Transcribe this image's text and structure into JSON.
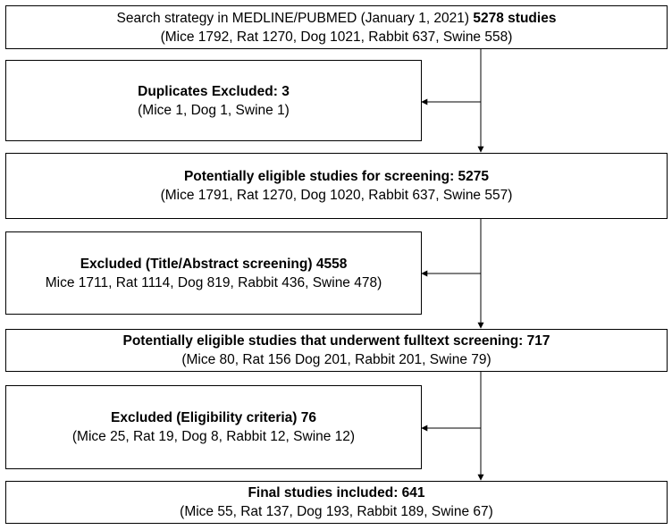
{
  "boxes": {
    "search": {
      "line1_text": "Search strategy in MEDLINE/PUBMED (January 1, 2021) ",
      "line1_bold": "5278 studies",
      "line2": "(Mice 1792, Rat 1270, Dog 1021, Rabbit 637, Swine 558)"
    },
    "duplicates": {
      "title": "Duplicates Excluded: 3",
      "detail": "(Mice 1, Dog 1, Swine 1)"
    },
    "screening": {
      "title": "Potentially eligible studies for screening: 5275",
      "detail": "(Mice 1791, Rat 1270, Dog 1020, Rabbit 637, Swine 557)"
    },
    "excluded_title_abstract": {
      "title": "Excluded (Title/Abstract screening) 4558",
      "detail": "Mice 1711, Rat 1114, Dog 819, Rabbit 436, Swine 478)"
    },
    "fulltext": {
      "title": "Potentially eligible studies that underwent fulltext screening: 717",
      "detail": "(Mice 80, Rat 156 Dog 201, Rabbit 201,  Swine 79)"
    },
    "excluded_eligibility": {
      "title": "Excluded (Eligibility criteria) 76",
      "detail": "(Mice 25, Rat 19, Dog 8, Rabbit 12, Swine 12)"
    },
    "final": {
      "title": "Final studies included: 641",
      "detail": "(Mice 55, Rat 137, Dog 193, Rabbit 189,  Swine 67)"
    }
  }
}
